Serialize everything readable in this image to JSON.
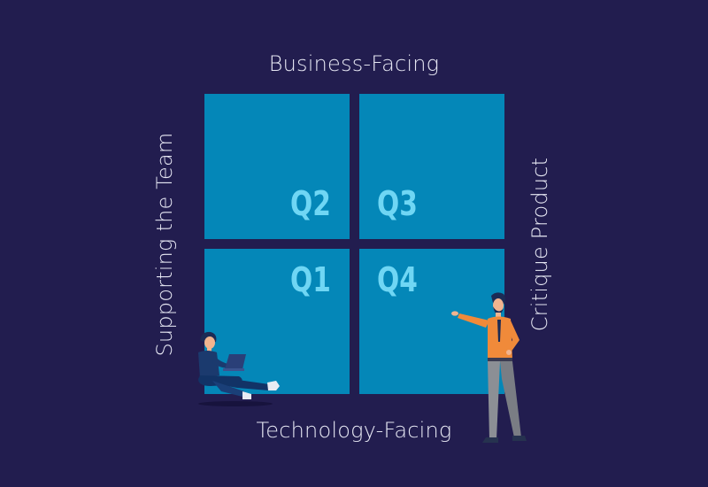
{
  "axes": {
    "top": "Business-Facing",
    "bottom": "Technology-Facing",
    "left": "Supporting the Team",
    "right": "Critique Product"
  },
  "quadrants": {
    "top_left": "Q2",
    "top_right": "Q3",
    "bottom_left": "Q1",
    "bottom_right": "Q4"
  },
  "colors": {
    "background": "#221d4f",
    "quadrant": "#0487b8",
    "quadrant_label": "#6fd6f4",
    "axis_text": "#e6e7f3",
    "accent_orange": "#f08a3a"
  },
  "illustrations": [
    "person-sitting-with-laptop",
    "person-standing-pointing"
  ]
}
